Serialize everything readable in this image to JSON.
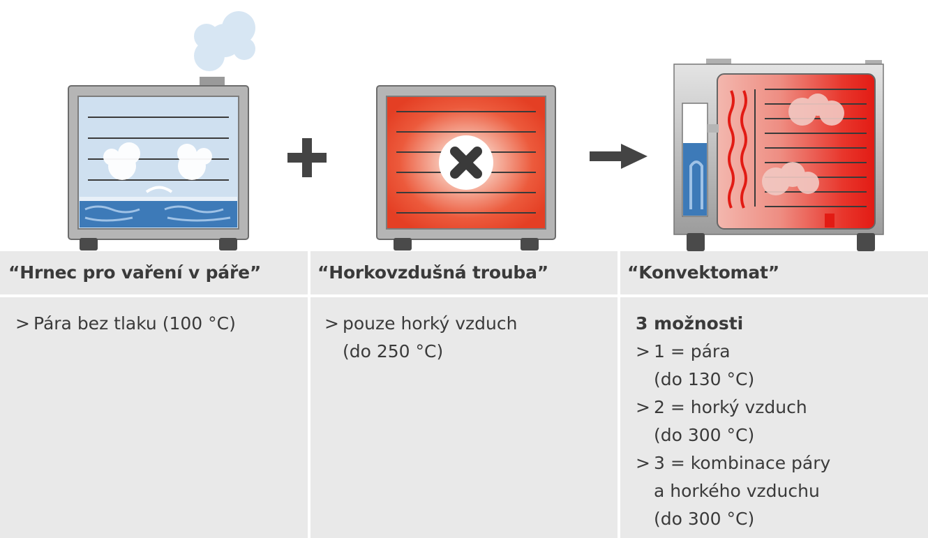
{
  "columns": [
    {
      "title": "“Hrnec pro vaření v páře”",
      "lines": [
        "Pára bez tlaku (100 °C)"
      ]
    },
    {
      "title": "“Horkovzdušná trouba”",
      "lines": [
        "pouze horký vzduch",
        "(do 250 °C)"
      ]
    },
    {
      "title": "“Konvektomat”",
      "heading": "3 možnosti",
      "lines": [
        "1 = pára",
        "(do 130 °C)",
        "2 = horký vzduch",
        "(do 300 °C)",
        "3 = kombinace páry",
        "a horkého vzduchu",
        "(do 300 °C)"
      ]
    }
  ],
  "bullet": ">",
  "colors": {
    "cell_bg": "#e9e9e9",
    "text": "#3a3a3a",
    "steam_blue": "#cfe0f0",
    "water_blue": "#3d7ab8",
    "heat_red": "#e8432a",
    "frame_gray": "#9a9a9a"
  },
  "icons": [
    "steamer-icon",
    "plus-icon",
    "hot-air-oven-icon",
    "arrow-right-icon",
    "combi-oven-icon"
  ]
}
